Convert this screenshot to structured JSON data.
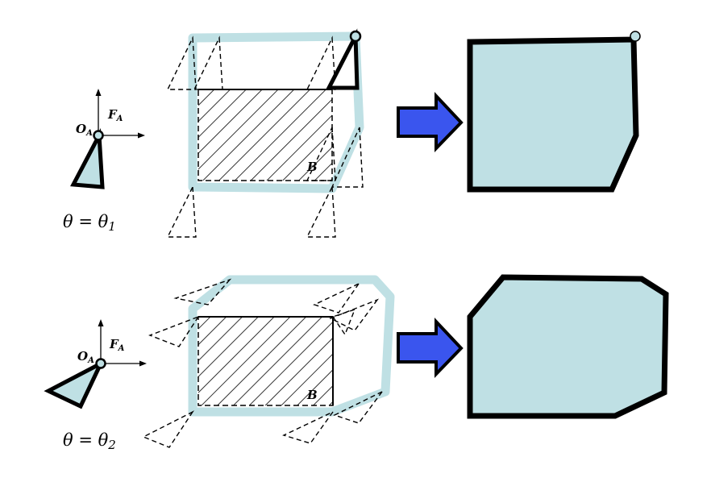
{
  "colors": {
    "fill": "#bfe0e4",
    "outline_light": "#bfe0e4",
    "stroke": "#000000",
    "arrow": "#3a55ee",
    "background": "#ffffff"
  },
  "rows": [
    {
      "theta_label": "θ = θ1",
      "theta_main": "θ = θ",
      "theta_sub": "1",
      "origin_label": "O",
      "origin_sub": "A",
      "frame_label": "F",
      "frame_sub": "A",
      "obstacle_label": "B"
    },
    {
      "theta_label": "θ = θ2",
      "theta_main": "θ = θ",
      "theta_sub": "2",
      "origin_label": "O",
      "origin_sub": "A",
      "frame_label": "F",
      "frame_sub": "A",
      "obstacle_label": "B"
    }
  ]
}
